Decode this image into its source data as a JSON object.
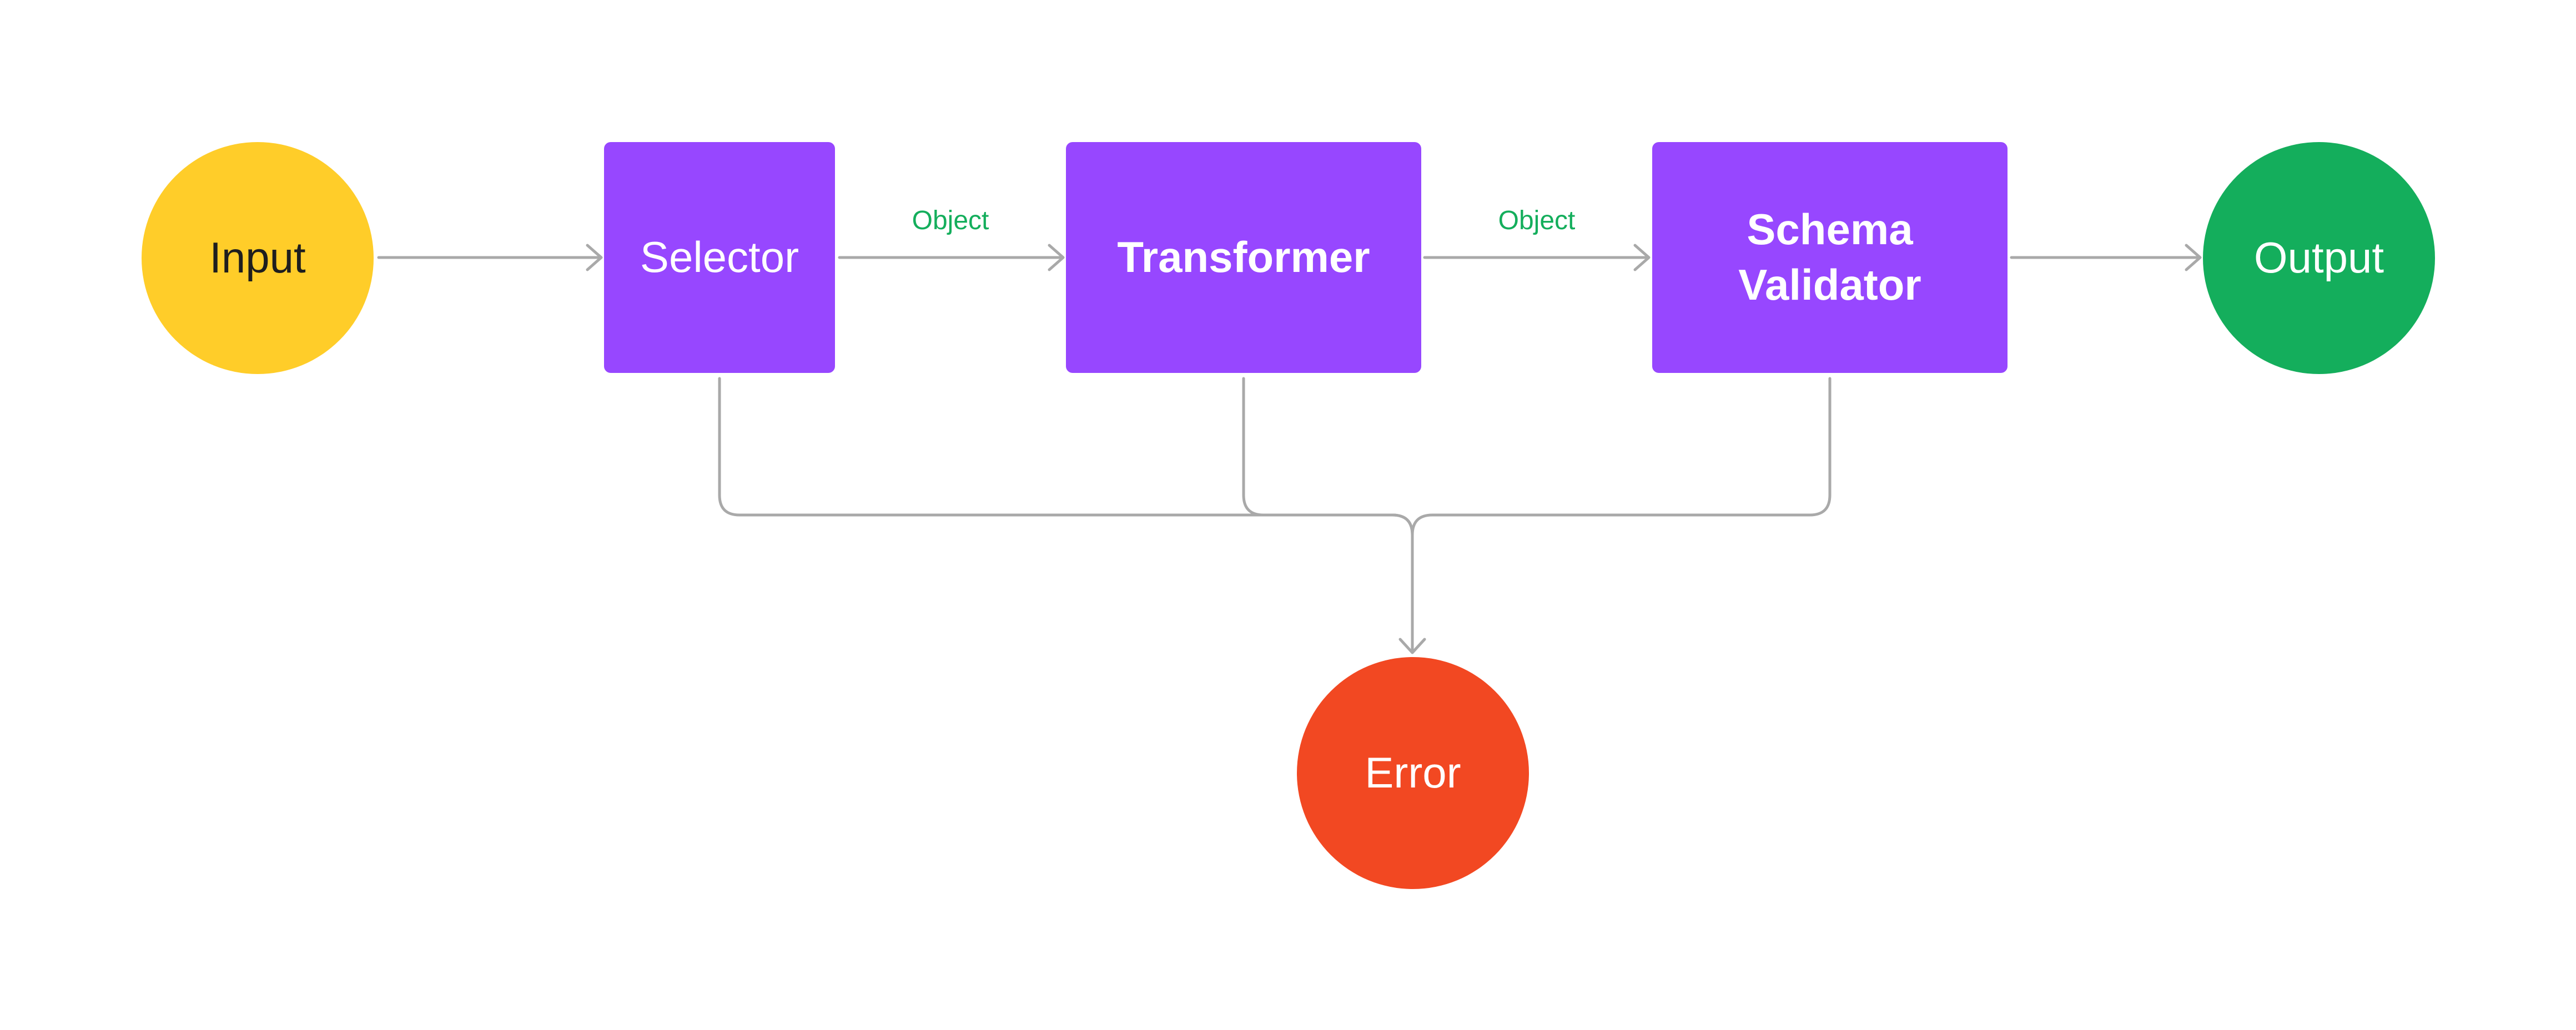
{
  "colors": {
    "input": "#FFCD29",
    "process": "#9747FF",
    "output": "#14AE5C",
    "error": "#F24822",
    "connector": "#A9A9A9",
    "edge_label": "#14AE5C",
    "dark_text": "#1E1E1E",
    "light_text": "#FFFFFF"
  },
  "nodes": {
    "input": {
      "label": "Input",
      "shape": "circle"
    },
    "selector": {
      "label": "Selector",
      "shape": "rounded-rectangle"
    },
    "transformer": {
      "label": "Transformer",
      "shape": "rounded-rectangle"
    },
    "validator": {
      "line1": "Schema",
      "line2": "Validator",
      "shape": "rounded-rectangle"
    },
    "output": {
      "label": "Output",
      "shape": "circle"
    },
    "error": {
      "label": "Error",
      "shape": "circle"
    }
  },
  "edges": [
    {
      "from": "input",
      "to": "selector",
      "label": ""
    },
    {
      "from": "selector",
      "to": "transformer",
      "label": "Object"
    },
    {
      "from": "transformer",
      "to": "validator",
      "label": "Object"
    },
    {
      "from": "validator",
      "to": "output",
      "label": ""
    },
    {
      "from": "selector",
      "to": "error",
      "label": ""
    },
    {
      "from": "transformer",
      "to": "error",
      "label": ""
    },
    {
      "from": "validator",
      "to": "error",
      "label": ""
    }
  ]
}
